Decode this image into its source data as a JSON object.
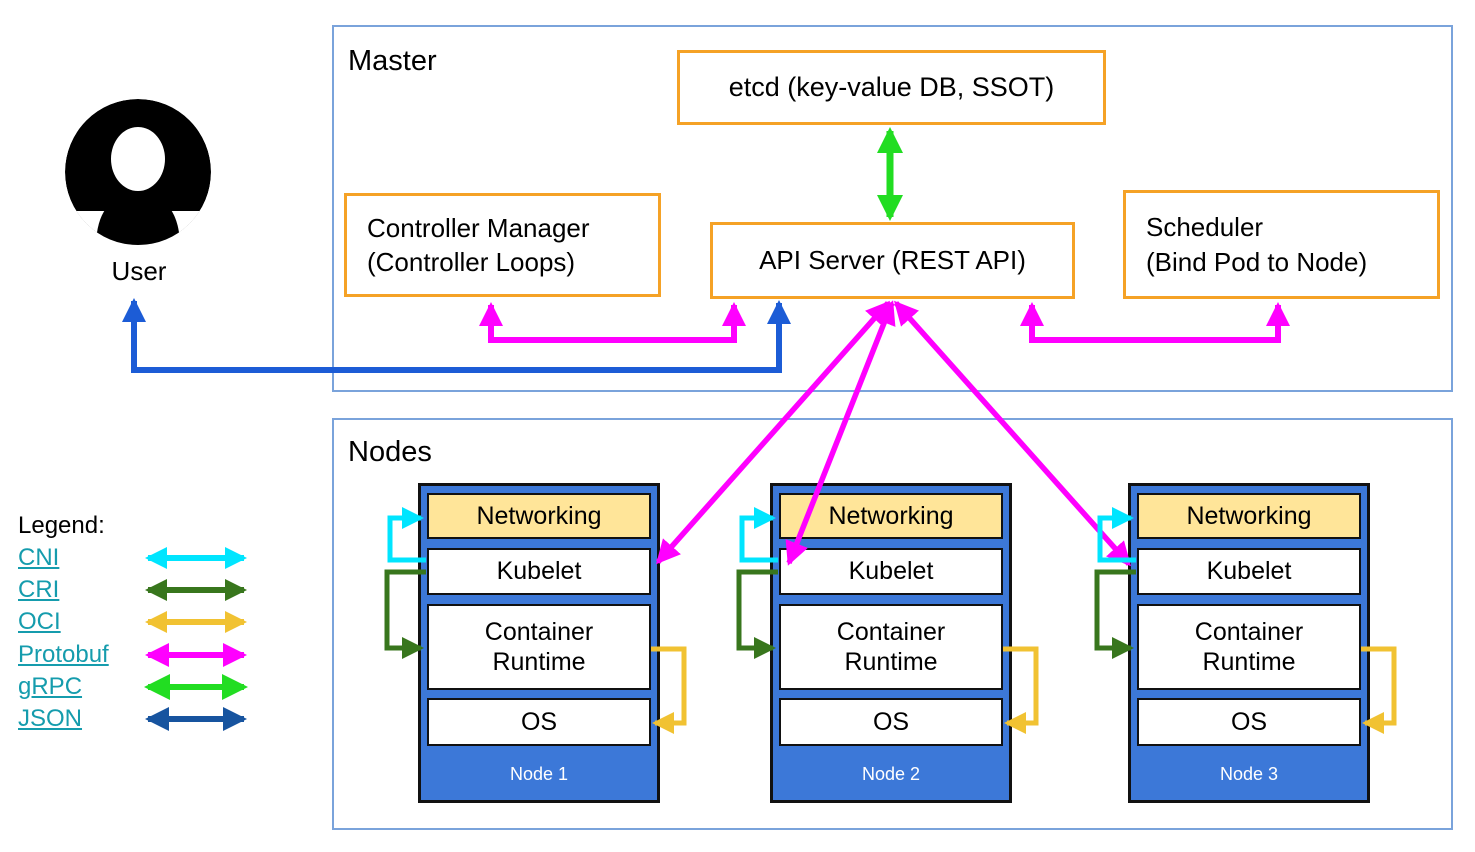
{
  "master": {
    "label": "Master",
    "etcd_label": "etcd (key-value DB, SSOT)",
    "controller_manager_line1": "Controller Manager",
    "controller_manager_line2": "(Controller Loops)",
    "api_server_label": "API Server (REST API)",
    "scheduler_line1": "Scheduler",
    "scheduler_line2": "(Bind Pod to Node)"
  },
  "user_label": "User",
  "nodes_section": {
    "label": "Nodes",
    "nodes": [
      {
        "label": "Node 1",
        "layers": [
          "Networking",
          "Kubelet",
          "Container Runtime",
          "OS"
        ]
      },
      {
        "label": "Node 2",
        "layers": [
          "Networking",
          "Kubelet",
          "Container Runtime",
          "OS"
        ]
      },
      {
        "label": "Node 3",
        "layers": [
          "Networking",
          "Kubelet",
          "Container Runtime",
          "OS"
        ]
      }
    ]
  },
  "legend": {
    "title": "Legend:",
    "items": [
      {
        "label": "CNI",
        "color": "#00E5FF"
      },
      {
        "label": "CRI",
        "color": "#38761D"
      },
      {
        "label": "OCI",
        "color": "#F1C232"
      },
      {
        "label": "Protobuf",
        "color": "#FF00FF"
      },
      {
        "label": "gRPC",
        "color": "#22DD22"
      },
      {
        "label": "JSON",
        "color": "#17549F"
      }
    ]
  },
  "colors": {
    "outer_border": "#7AA3DB",
    "box_border": "#F5A226",
    "node_fill": "#3C78D8",
    "networking_fill": "#FFE599",
    "cni": "#00E5FF",
    "cri": "#38761D",
    "oci": "#F1C232",
    "protobuf": "#FF00FF",
    "grpc": "#22DD22",
    "json": "#17549F",
    "user_arrow": "#1C5CD6",
    "legend_link": "#159CAD"
  }
}
